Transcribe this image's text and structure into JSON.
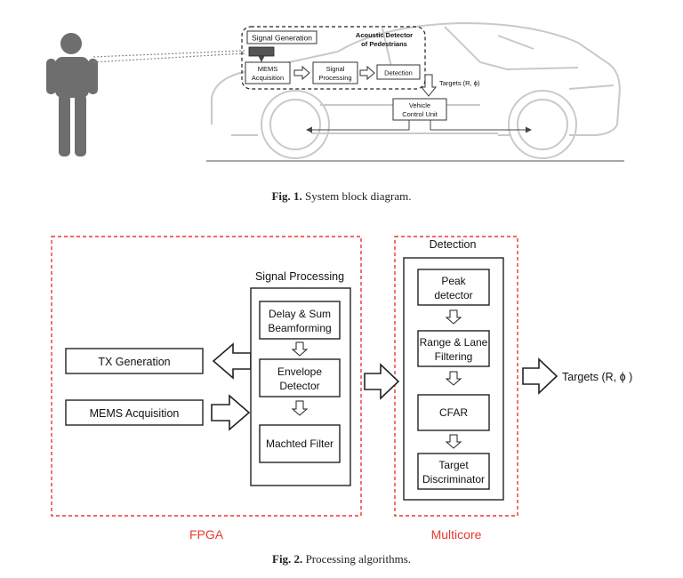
{
  "figure1": {
    "blocks": {
      "signal_generation": "Signal Generation",
      "detector_title_line1": "Acoustic Detector",
      "detector_title_line2": "of Pedestrians",
      "mems_line1": "MEMS",
      "mems_line2": "Acquisition",
      "signal_processing_line1": "Signal",
      "signal_processing_line2": "Processing",
      "detection": "Detection",
      "targets": "Targets (R, ϕ)",
      "vcu_line1": "Vehicle",
      "vcu_line2": "Control Unit"
    },
    "caption_label": "Fig. 1.",
    "caption_text": "System block diagram."
  },
  "figure2": {
    "fpga_label": "FPGA",
    "multicore_label": "Multicore",
    "tx_generation": "TX Generation",
    "mems_acquisition": "MEMS Acquisition",
    "signal_processing": {
      "title": "Signal Processing",
      "delay_sum_line1": "Delay & Sum",
      "delay_sum_line2": "Beamforming",
      "envelope_line1": "Envelope",
      "envelope_line2": "Detector",
      "matched_filter": "Machted Filter"
    },
    "detection": {
      "title": "Detection",
      "peak_line1": "Peak",
      "peak_line2": "detector",
      "range_line1": "Range & Lane",
      "range_line2": "Filtering",
      "cfar": "CFAR",
      "target_line1": "Target",
      "target_line2": "Discriminator"
    },
    "targets": "Targets (R, ϕ )",
    "caption_label": "Fig. 2.",
    "caption_text": "Processing algorithms.",
    "accent_color": "#e8392f"
  }
}
